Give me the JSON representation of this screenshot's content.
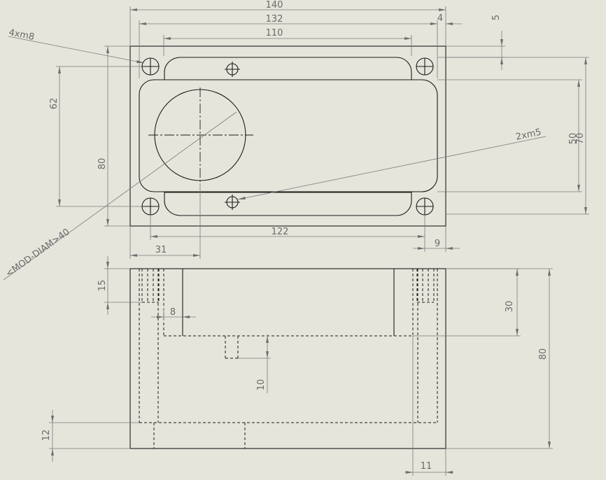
{
  "top_view": {
    "dims": {
      "width_total": "140",
      "width_inner": "132",
      "width_holes": "110",
      "wall_right": "4",
      "offset_top": "5",
      "height_total": "80",
      "height_pocket": "62",
      "height_inner_50": "50",
      "height_inner_70": "70",
      "hole_spacing": "122",
      "circle_offset": "31",
      "edge_right": "9"
    },
    "callouts": {
      "corner_holes": "4xm8",
      "side_holes": "2xm5",
      "circle": "<MOD-DIAM>40"
    }
  },
  "front_view": {
    "dims": {
      "depth_15": "15",
      "wall_8": "8",
      "depth_30": "30",
      "height_80": "80",
      "depth_10": "10",
      "bottom_12": "12",
      "edge_11": "11"
    }
  },
  "colors": {
    "background": "#e6e5dc",
    "line": "#1a1a1a",
    "dimension": "#7a7a7a"
  }
}
